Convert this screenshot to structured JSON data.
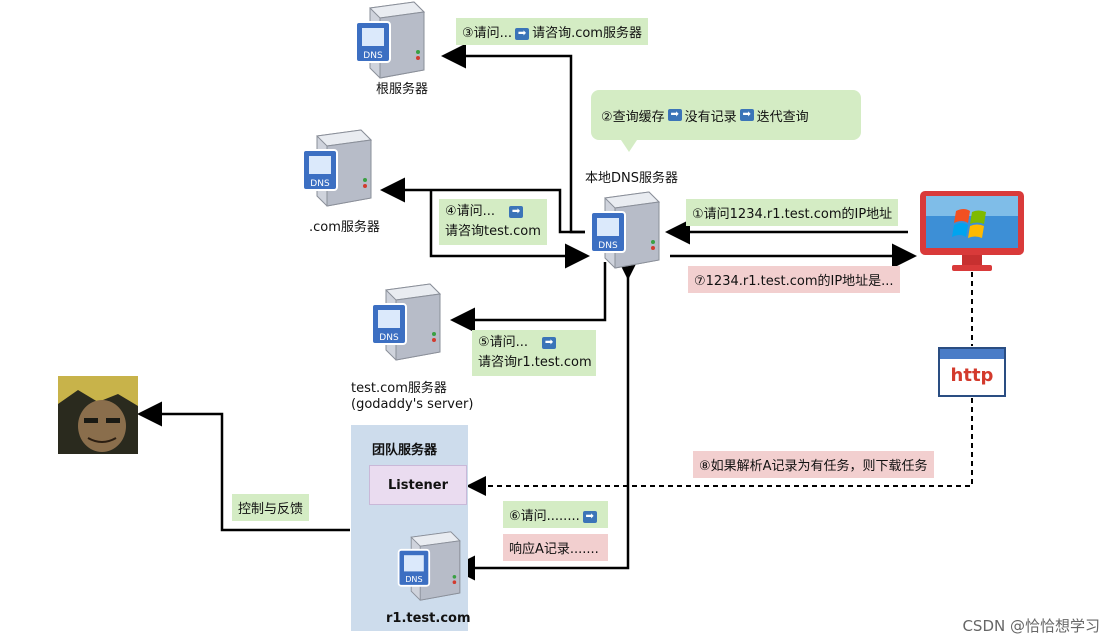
{
  "servers": {
    "root": "根服务器",
    "com": ".com服务器",
    "test_line1": "test.com服务器",
    "test_line2": "(godaddy's server)",
    "local": "本地DNS服务器",
    "dns_text": "DNS"
  },
  "steps": {
    "s1": "①请问1234.r1.test.com的IP地址",
    "s2a": "②查询缓存",
    "s2b": "没有记录",
    "s2c": "迭代查询",
    "s3a": "③请问...",
    "s3b": "请咨询.com服务器",
    "s4a": "④请问...",
    "s4b": "请咨询test.com",
    "s5a": "⑤请问...",
    "s5b": "请咨询r1.test.com",
    "s6a": "⑥请问........",
    "s6b": "响应A记录.......",
    "s7": "⑦1234.r1.test.com的IP地址是...",
    "s8": "⑧如果解析A记录为有任务，则下载任务"
  },
  "team": {
    "title": "团队服务器",
    "listener": "Listener",
    "host": "r1.test.com"
  },
  "control": "控制与反馈",
  "http": "http",
  "watermark": "CSDN @恰恰想学习",
  "icons": [
    "dns-server-icon",
    "windows-monitor-icon",
    "http-browser-icon",
    "avatar-icon",
    "right-arrow-icon"
  ],
  "colors": {
    "green_box": "#d4ecc4",
    "pink_box": "#f2cfcf",
    "team_bg": "#cddcec",
    "listener_bg": "#eadcf0",
    "monitor": "#d93a3a"
  }
}
